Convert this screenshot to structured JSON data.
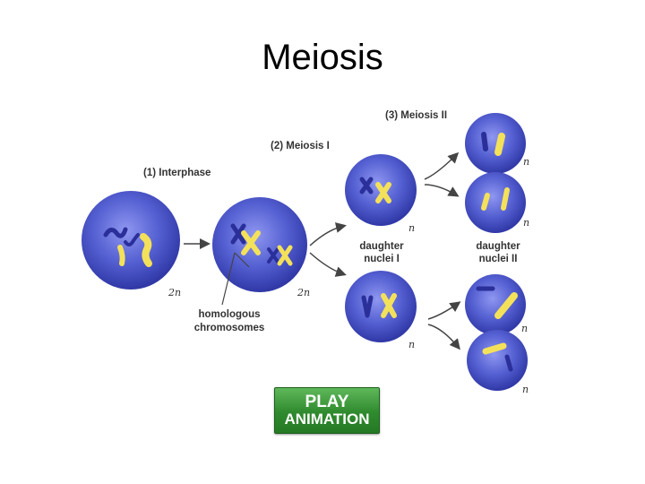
{
  "title": "Meiosis",
  "stages": {
    "interphase": "(1) Interphase",
    "meiosis1": "(2) Meiosis I",
    "meiosis2": "(3) Meiosis II"
  },
  "labels": {
    "homologous_line1": "homologous",
    "homologous_line2": "chromosomes",
    "daughter1_line1": "daughter",
    "daughter1_line2": "nuclei I",
    "daughter2_line1": "daughter",
    "daughter2_line2": "nuclei II"
  },
  "ploidy": {
    "diploid": "2n",
    "haploid": "n"
  },
  "play_button": {
    "line1": "PLAY",
    "line2": "ANIMATION"
  },
  "colors": {
    "cell": "#4a55c8",
    "chromosome_yellow": "#f4e15a",
    "chromosome_blue": "#2a2f9a",
    "button_green": "#2f8a2e"
  }
}
